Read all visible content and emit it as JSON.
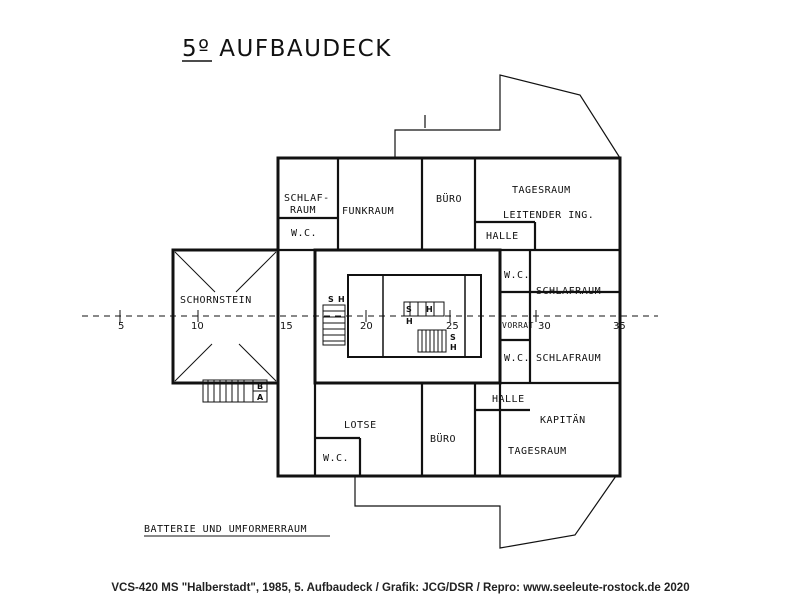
{
  "title": "5º AUFBAUDECK",
  "caption": "VCS-420 MS \"Halberstadt\", 1985, 5. Aufbaudeck / Grafik: JCG/DSR / Repro: www.seeleute-rostock.de 2020",
  "rooms": {
    "schlafraum_top_left_1": "SCHLAF-",
    "schlafraum_top_left_2": "RAUM",
    "funkraum": "FUNKRAUM",
    "buero_top": "BÜRO",
    "tagesraum_top": "TAGESRAUM",
    "leitender_ing": "LEITENDER ING.",
    "wc_top_left": "W.C.",
    "halle_top": "HALLE",
    "wc_right_upper": "W.C.",
    "schlafraum_right_upper": "SCHLAFRAUM",
    "schornstein": "SCHORNSTEIN",
    "vorrat": "VORRAT",
    "wc_right_lower": "W.C.",
    "schlafraum_right_lower": "SCHLAFRAUM",
    "halle_bottom": "HALLE",
    "kapitaen": "KAPITÄN",
    "lotse": "LOTSE",
    "buero_bottom": "BÜRO",
    "tagesraum_bottom": "TAGESRAUM",
    "wc_bottom_left": "W.C.",
    "batterie": "BATTERIE UND UMFORMERRAUM"
  },
  "marks": {
    "s_left": "S",
    "h_left": "H",
    "s_mid": "S",
    "h_mid": "H",
    "h_mid2": "H",
    "s_lower": "S",
    "h_lower": "H",
    "b": "B",
    "a": "A"
  },
  "frame_numbers": [
    "5",
    "10",
    "15",
    "20",
    "25",
    "30",
    "35"
  ]
}
